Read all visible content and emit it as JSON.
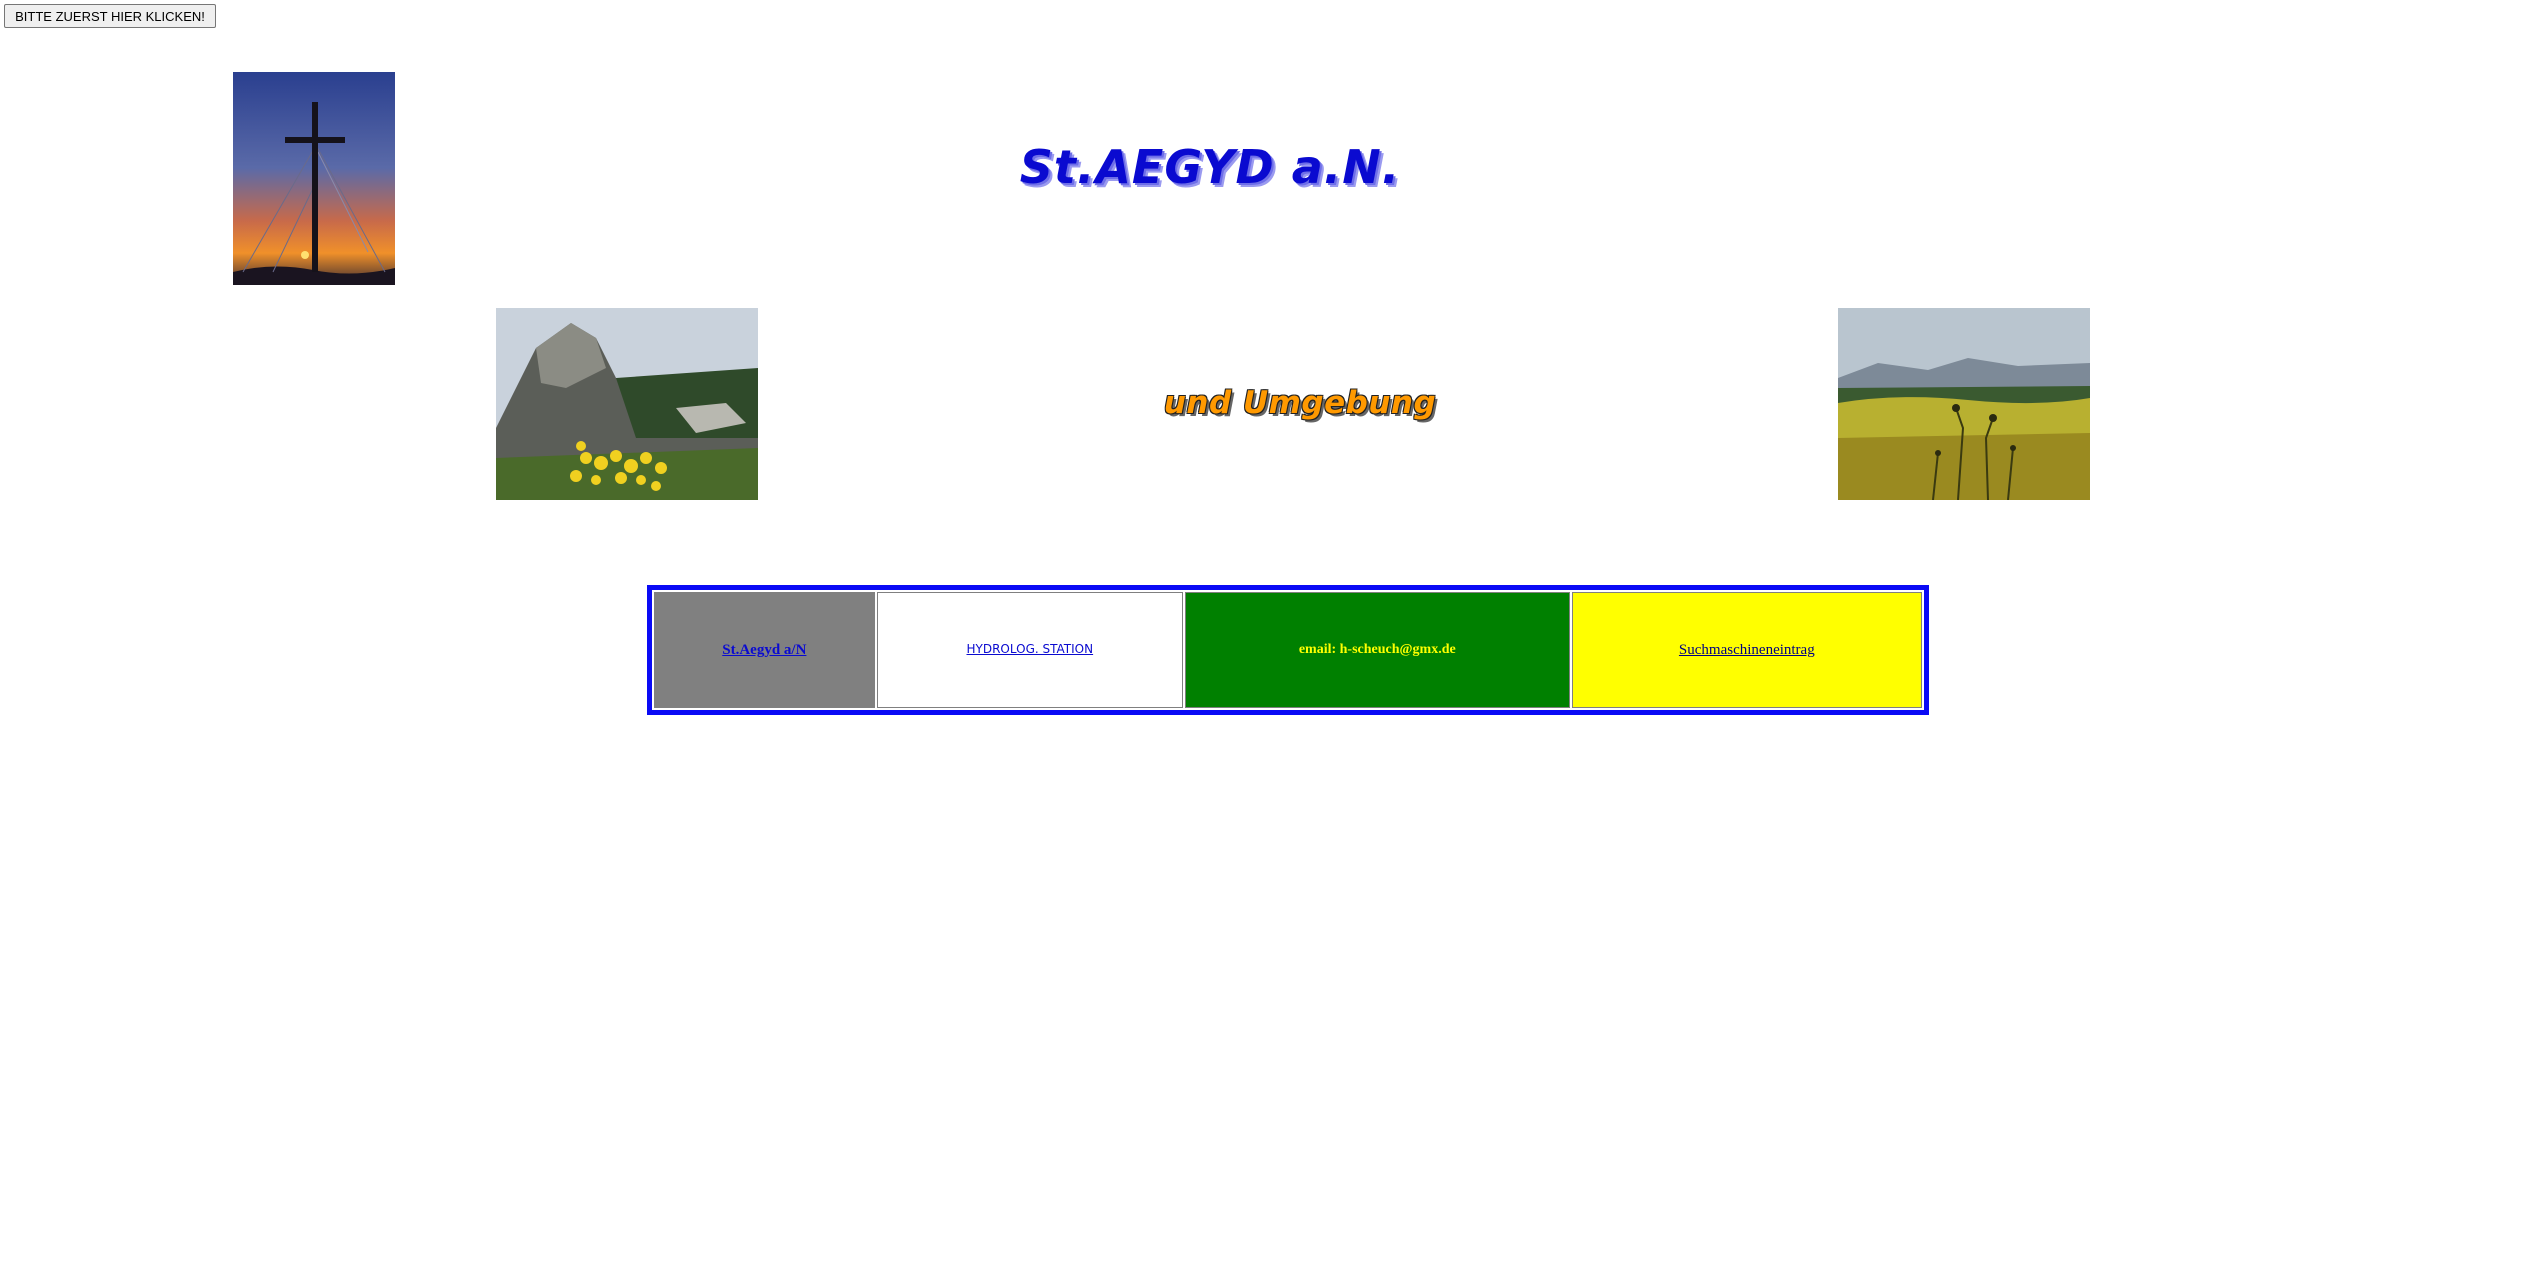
{
  "top_button": {
    "label": "BITTE ZUERST HIER KLICKEN!"
  },
  "header": {
    "title": "St.AEGYD a.N.",
    "subtitle": "und Umgebung"
  },
  "images": {
    "summit_cross": "summit-cross-sunset-photo",
    "rock_flowers": "rock-with-yellow-flowers-photo",
    "alpine_meadow": "alpine-meadow-photo"
  },
  "nav": {
    "home_label": "St.Aegyd a/N",
    "hydro_label": "HYDROLOG. STATION",
    "email_label": "email: h-scheuch@gmx.de",
    "search_label": "Suchmaschineneintrag"
  },
  "colors": {
    "title": "#0a0ad0",
    "subtitle": "#ff9900",
    "table_border": "#0a0af5",
    "cell_home_bg": "#808080",
    "cell_hydro_bg": "#ffffff",
    "cell_email_bg": "#008000",
    "cell_search_bg": "#ffff00"
  }
}
